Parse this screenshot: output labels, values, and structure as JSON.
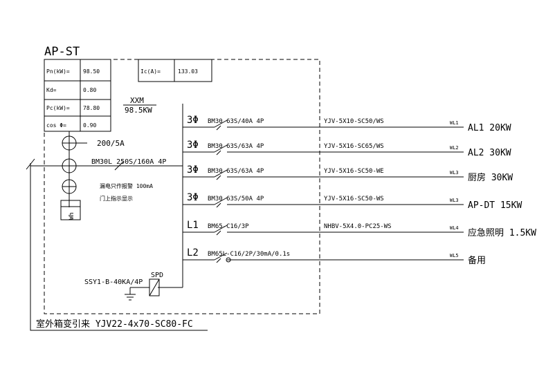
{
  "panel": {
    "title": "AP-ST",
    "params": [
      {
        "label": "Pn(kW)=",
        "value": "98.50"
      },
      {
        "label": "Kd=",
        "value": "0.80"
      },
      {
        "label": "Pc(kW)=",
        "value": "78.80"
      },
      {
        "label": "cos Φ=",
        "value": "0.90"
      }
    ],
    "current": {
      "label": "Ic(A)=",
      "value": "133.03"
    },
    "summary": {
      "top": "XXM",
      "bottom": "98.5KW"
    }
  },
  "incoming": {
    "ct_label": "200/5A",
    "main_breaker": "BM30L 250S/160A 4P",
    "note1": "漏电只作报警 100mA",
    "note2": "门上指示显示",
    "spd": "SPD",
    "spd_model": "SSY1-B-40KA/4P",
    "cable": "室外箱变引来 YJV22-4x70-SC80-FC",
    "meter_symbol": "Wh"
  },
  "circuits": [
    {
      "phase": "3Φ",
      "breaker": "BM30 63S/40A 4P",
      "cable": "YJV-5X10-SC50/WS",
      "id": "WL1",
      "load": "AL1 20KW"
    },
    {
      "phase": "3Φ",
      "breaker": "BM30 63S/63A 4P",
      "cable": "YJV-5X16-SC65/WS",
      "id": "WL2",
      "load": "AL2 30KW"
    },
    {
      "phase": "3Φ",
      "breaker": "BM30 63S/63A 4P",
      "cable": "YJV-5X16-SC50-WE",
      "id": "WL3",
      "load": "厨房 30KW"
    },
    {
      "phase": "3Φ",
      "breaker": "BM30 63S/50A 4P",
      "cable": "YJV-5X16-SC50-WS",
      "id": "WL3",
      "load": "AP-DT 15KW"
    },
    {
      "phase": "L1",
      "breaker": "BM65-C16/3P",
      "cable": "NHBV-5X4.0-PC25-WS",
      "id": "WL4",
      "load": "应急照明 1.5KW"
    },
    {
      "phase": "L2",
      "breaker": "BM65L-C16/2P/30mA/0.1s",
      "cable": "",
      "id": "WL5",
      "load": "备用"
    }
  ]
}
